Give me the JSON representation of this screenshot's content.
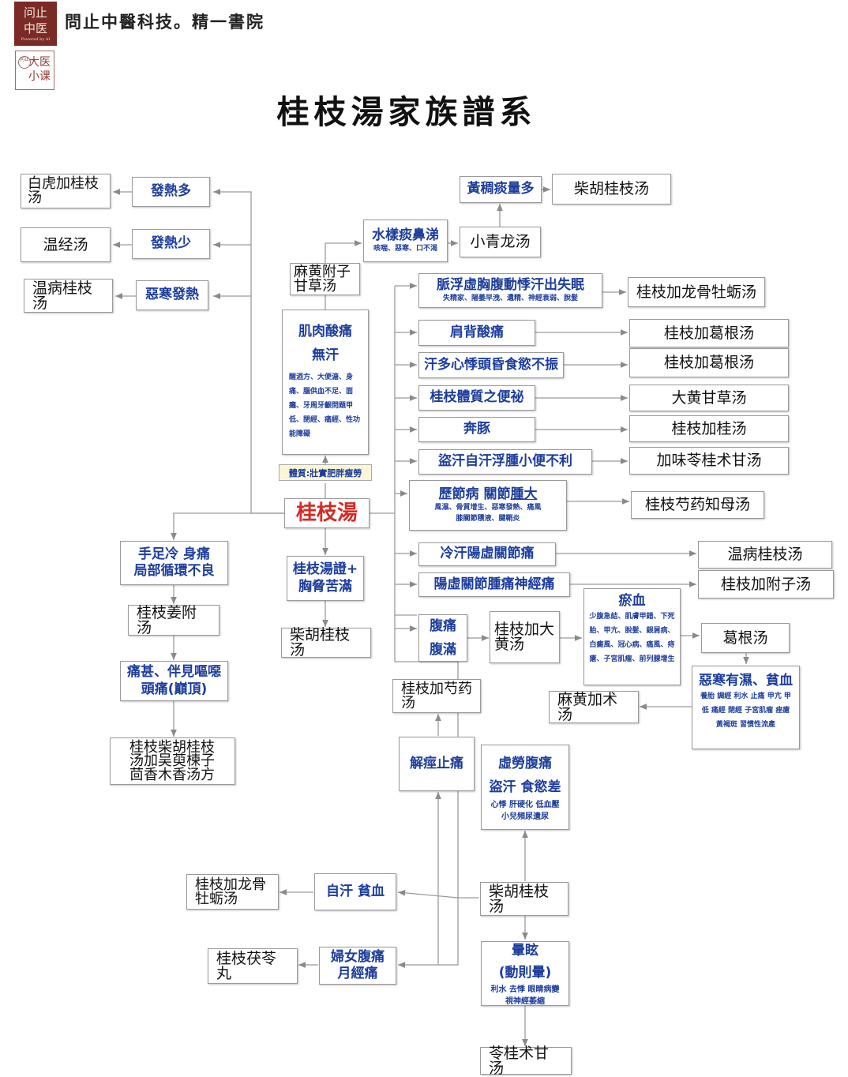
{
  "header": {
    "logo_text_top": "问止",
    "logo_text_bottom": "中医",
    "logo_tagline": "Powered by AI",
    "brand": "問止中醫科技。精一書院",
    "badge_top": "大医",
    "badge_bottom": "小课",
    "badge_ring": "问止"
  },
  "title": "桂枝湯家族譜系",
  "center": {
    "formula": "桂枝湯",
    "constitution": "體質:壯實肥胖瘦勞"
  },
  "left_column": {
    "fever_more": "發熱多",
    "baihu_guizhi": "白虎加桂枝汤",
    "fever_less": "發熱少",
    "wenjing": "温经汤",
    "chills_fever": "惡寒發熱",
    "wenbing_guizhi": "温病桂枝汤",
    "cold_limbs_line1": "手足冷 身痛",
    "cold_limbs_line2": "局部循環不良",
    "guizhi_jiangfu": "桂枝姜附汤",
    "vomit_line1": "痛甚、伴見嘔噁",
    "vomit_line2": "頭痛(巔頂)",
    "guizhi_chaihu_wuzhuyu": "桂枝柴胡桂枝汤加吴萸楝子茴香木香汤方"
  },
  "middle_column": {
    "mahuang_fuzi_gancao": "麻黄附子甘草汤",
    "muscle_line1": "肌肉酸痛",
    "muscle_line2": "無汗",
    "muscle_detail": "醒酒方、大便溏、身痛、腦供血不足、面癱、牙周牙齦問題甲低、閉經、痛經、性功能障礙",
    "chaihu_line1": "桂枝湯證+",
    "chaihu_line2": "胸脅苦滿",
    "chaihu_guizhi_mid": "柴胡桂枝汤"
  },
  "top_branch": {
    "watery_phlegm": "水樣痰鼻涕",
    "watery_phlegm_sub": "咳喘、惡寒、口不渴",
    "xiaoqinglong": "小青龙汤",
    "yellow_phlegm": "黃稠痰量多",
    "chaihu_guizhi_top": "柴胡桂枝汤"
  },
  "right_branches": {
    "palpitation": "脈浮虛胸腹動悸汗出失眠",
    "palpitation_sub": "失精家、陽萎早洩、遺精、神經衰弱、脫髮",
    "longgu_muli": "桂枝加龙骨牡蛎汤",
    "shoulder_ache": "肩背酸痛",
    "gegen_1": "桂枝加葛根汤",
    "sweat_dizzy": "汗多心悸頭昏食慾不振",
    "gegen_2": "桂枝加葛根汤",
    "constipation": "桂枝體質之便祕",
    "dahuang_gancao": "大黄甘草汤",
    "bentun": "奔豚",
    "guizhi_jiagui": "桂枝加桂汤",
    "night_sweat": "盜汗自汗浮腫小便不利",
    "linggui_zhugan": "加味苓桂术甘汤",
    "joint_line1": "歷節病 關節",
    "joint_line1_ul": "腫大",
    "joint_sub1": "風濕、骨質增生、惡寒發熱、痛風",
    "joint_sub2": "膝關節積液、腱鞘炎",
    "shaoyao_zhimu": "桂枝芍药知母汤",
    "cold_joint": "冷汗陽虛關節痛",
    "wenbing_guizhi_r": "温病桂枝汤",
    "yangxu_neuralgia": "陽虛關節腫痛神經痛",
    "guizhi_fuzi": "桂枝加附子汤"
  },
  "lower_right": {
    "abd_pain": "腹痛",
    "abd_full": "腹滿",
    "guizhi_dahuang": "桂枝加大黄汤",
    "stasis_title": "瘀血",
    "stasis_detail": "少腹急結、肌膚甲錯、下死胎、甲亢、脫髮、銀屑病、白癜風、冠心病、痛風、痔瘡、子宮肌瘤、前列腺增生",
    "gegen_tang": "葛根汤",
    "damp_title": "惡寒有濕、貧血",
    "damp_detail": "養胎 調經 利水 止痛 甲亢 甲低 痛經 閉經 子宮肌瘤 痤瘡 黃褐斑 習慣性流產",
    "mahuang_zhu": "麻黄加术汤"
  },
  "lower_middle": {
    "shaoyao_jia": "桂枝加芍药汤",
    "spasm": "解痙止痛",
    "xulao_line1": "虛勞腹痛",
    "xulao_line2": "盜汗 食慾差",
    "xulao_sub1": "心悸 肝硬化 低血壓",
    "xulao_sub2": "小兒頻尿遺尿",
    "chaihu_guizhi_low": "柴胡桂枝汤",
    "sweat_anemia": "自汗 貧血",
    "longgu_muli_low": "桂枝加龙骨牡蛎汤",
    "women_line1": "婦女腹痛",
    "women_line2": "月經痛",
    "fuling_wan": "桂枝茯苓丸",
    "dizzy_line1": "暈眩",
    "dizzy_line2": "(動則暈)",
    "dizzy_sub1": "利水 去悸 眼睛病變",
    "dizzy_sub2": "視神經萎縮",
    "linggui_bottom": "苓桂术甘汤"
  }
}
